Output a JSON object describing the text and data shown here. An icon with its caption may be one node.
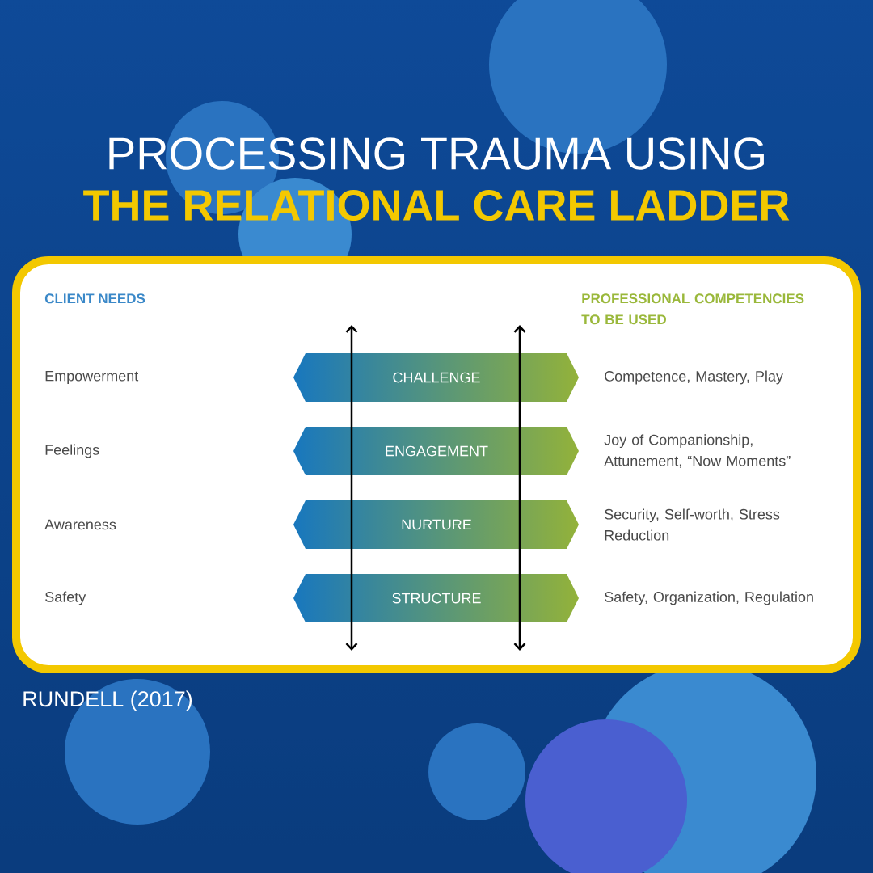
{
  "diagram": {
    "title": "PROCESSING TRAUMA USING",
    "caption": "RUNDELL (2017)",
    "nodes": [
      {
        "text": [
          "CHALLENGE"
        ]
      },
      {
        "text": [
          "ENGAGEMENT"
        ]
      },
      {
        "text": [
          "NURTURE"
        ]
      },
      {
        "text": [
          "STRUCTURE"
        ]
      }
    ],
    "labels": [
      "THE RELATIONAL CARE LADDER",
      "CLIENT NEEDS",
      "PROFESSIONAL COMPETENCIES TO BE USED",
      "Empowerment",
      "Competence, Mastery, Play",
      "Feelings",
      "Joy of Companionship, Attunement, “Now Moments”",
      "Awareness",
      "Security, Self-worth, Stress Reduction",
      "Safety",
      "Safety, Organization, Regulation"
    ]
  }
}
